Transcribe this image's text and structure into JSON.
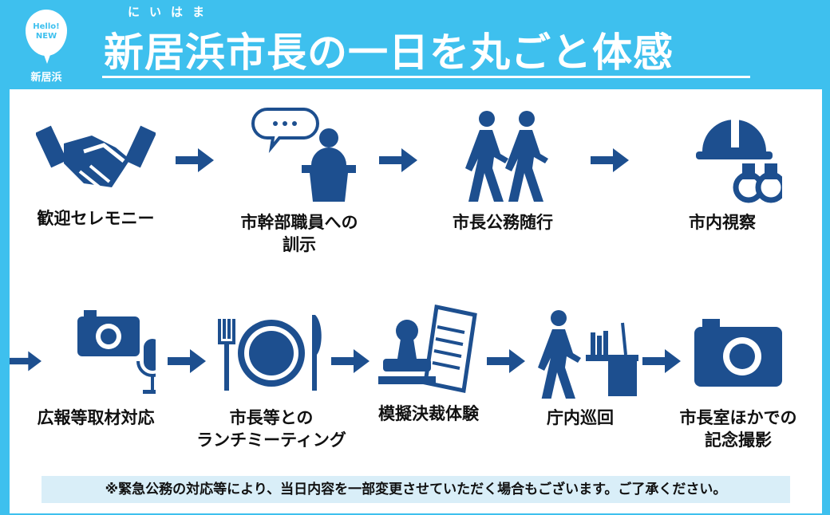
{
  "logo": {
    "line1": "Hello!",
    "line2": "NEW",
    "city": "新居浜"
  },
  "header": {
    "ruby": "にいはま",
    "title": "新居浜市長の一日を丸ごと体感"
  },
  "colors": {
    "background": "#3ec0ee",
    "icon": "#1d4f8f",
    "note_bg": "#d9eef8"
  },
  "steps_row1": [
    {
      "icon": "handshake-icon",
      "label": "歓迎セレモニー"
    },
    {
      "icon": "speech-podium-icon",
      "label": "市幹部職員への",
      "label2": "訓示"
    },
    {
      "icon": "walking-people-icon",
      "label": "市長公務随行"
    },
    {
      "icon": "helmet-binoculars-icon",
      "label": "市内視察"
    }
  ],
  "steps_row2": [
    {
      "icon": "camera-microphone-icon",
      "label": "広報等取材対応"
    },
    {
      "icon": "fork-plate-knife-icon",
      "label": "市長等との",
      "label2": "ランチミーティング"
    },
    {
      "icon": "stamp-document-icon",
      "label": "模擬決裁体験"
    },
    {
      "icon": "walking-desk-icon",
      "label": "庁内巡回"
    },
    {
      "icon": "camera-icon",
      "label": "市長室ほかでの",
      "label2": "記念撮影"
    }
  ],
  "note": "※緊急公務の対応等により、当日内容を一部変更させていただく場合もございます。ご了承ください。"
}
